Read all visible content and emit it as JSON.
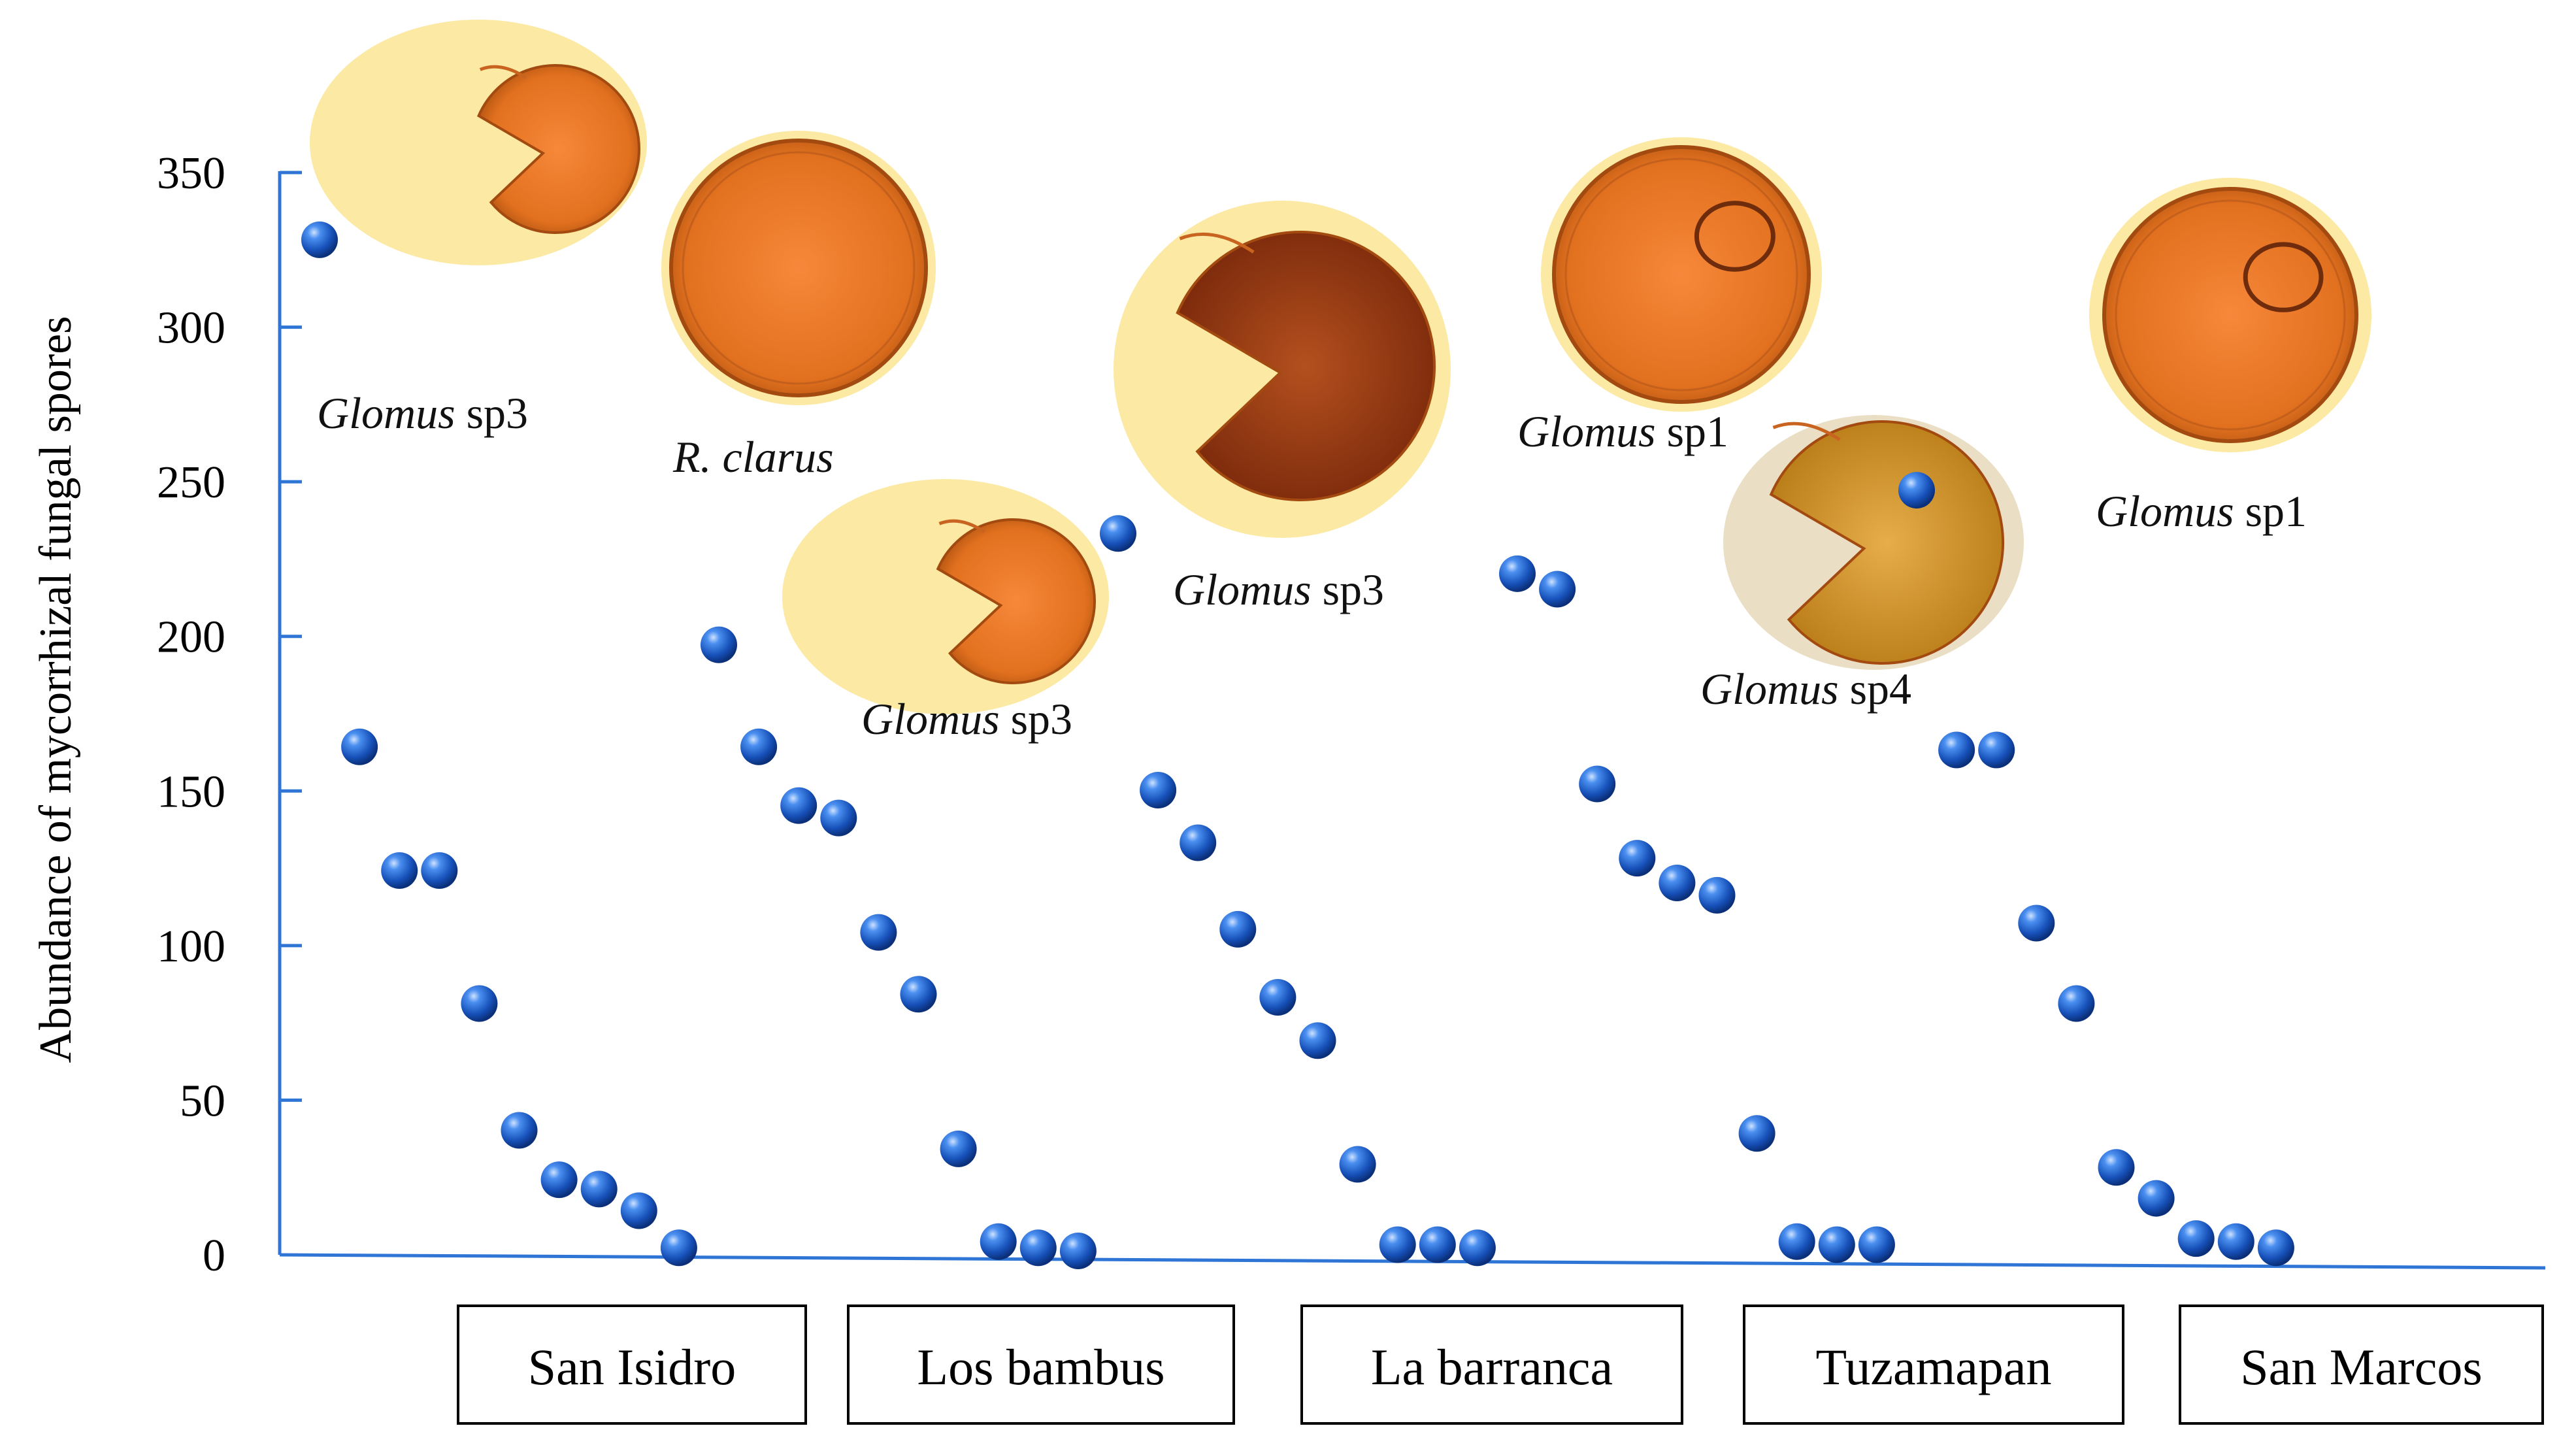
{
  "chart_data": {
    "type": "scatter",
    "title": "",
    "xlabel": "",
    "ylabel": "Abundance of mycorrhizal fungal spores",
    "ylim": [
      0,
      350
    ],
    "yticks": [
      "0",
      "50",
      "100",
      "150",
      "200",
      "250",
      "300",
      "350"
    ],
    "grid": false,
    "legend": "none",
    "marker_color": "#1b62c9",
    "axis_color": "#2e75d6",
    "groups": [
      {
        "name": "San Isidro",
        "values": [
          327,
          163,
          123,
          123,
          80,
          39,
          23,
          20,
          13,
          1
        ]
      },
      {
        "name": "Los bambus",
        "values": [
          196,
          163,
          144,
          140,
          103,
          83,
          33,
          3,
          1,
          0
        ]
      },
      {
        "name": "La barranca",
        "values": [
          232,
          149,
          132,
          104,
          82,
          68,
          28,
          2,
          2,
          1
        ]
      },
      {
        "name": "Tuzamapan",
        "values": [
          219,
          214,
          151,
          127,
          119,
          115,
          38,
          3,
          2,
          2
        ]
      },
      {
        "name": "San Marcos",
        "values": [
          246,
          162,
          162,
          106,
          80,
          27,
          17,
          4,
          3,
          1
        ]
      }
    ],
    "annotations": [
      {
        "italic": "Glomus",
        "rest": " sp3",
        "spore": "sp3"
      },
      {
        "italic": "R. clarus",
        "rest": "",
        "spore": "clarus"
      },
      {
        "italic": "Glomus",
        "rest": " sp3",
        "spore": "sp3"
      },
      {
        "italic": "Glomus",
        "rest": " sp3",
        "spore": "sp3dark"
      },
      {
        "italic": "Glomus",
        "rest": " sp1",
        "spore": "sp1"
      },
      {
        "italic": "Glomus",
        "rest": " sp4",
        "spore": "sp4"
      },
      {
        "italic": "Glomus",
        "rest": " sp1",
        "spore": "sp1"
      }
    ]
  }
}
